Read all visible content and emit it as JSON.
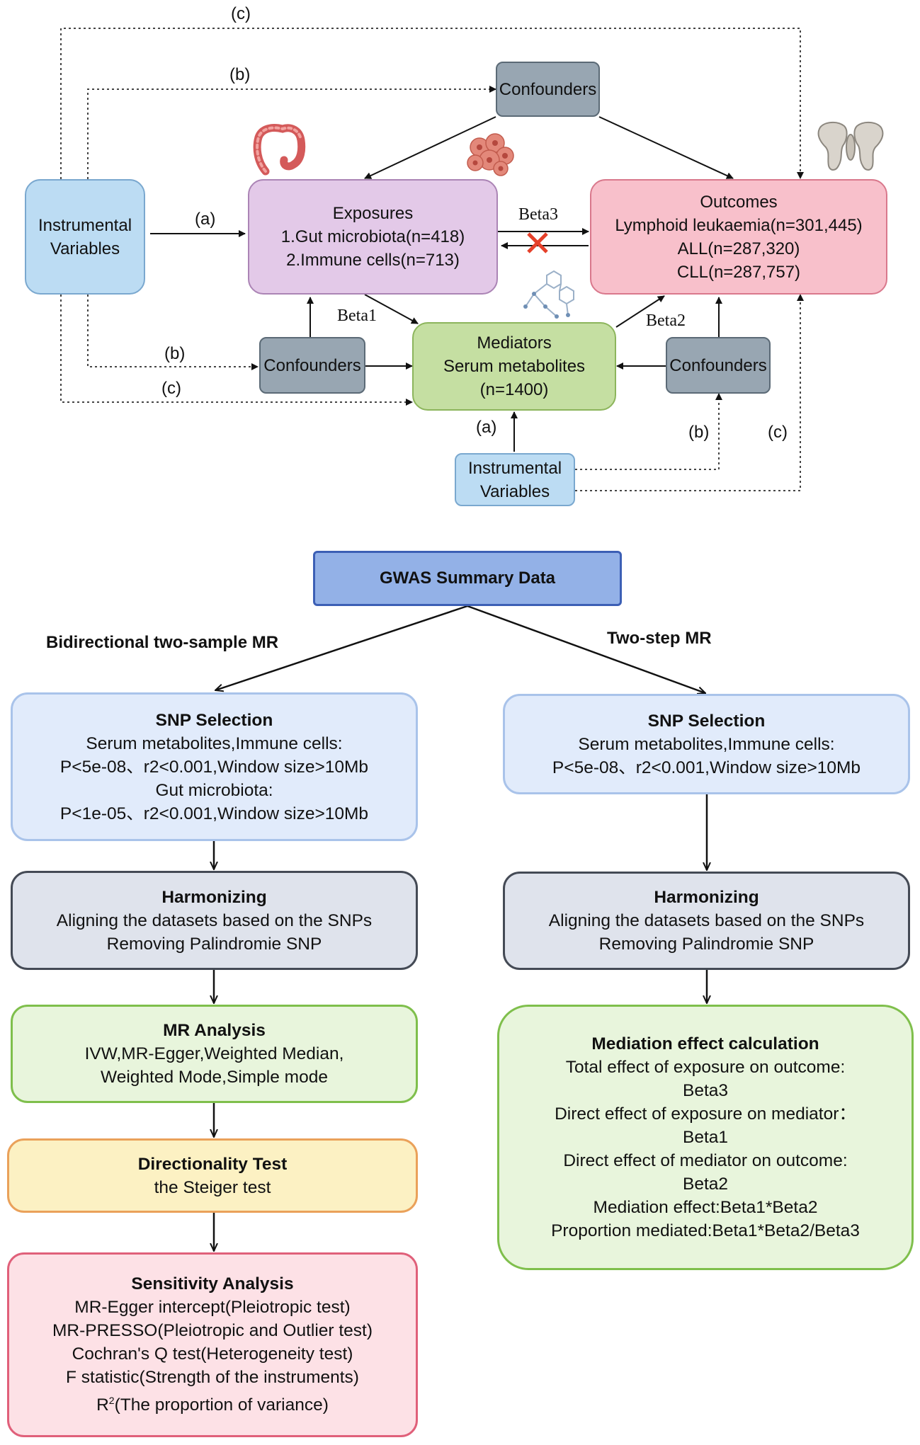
{
  "diagram": {
    "instrumental_left": [
      "Instrumental",
      "Variables"
    ],
    "instrumental_bottom": [
      "Instrumental",
      "Variables"
    ],
    "confounders_top": "Confounders",
    "confounders_left": "Confounders",
    "confounders_right": "Confounders",
    "exposures": [
      "Exposures",
      "1.Gut microbiota(n=418)",
      "2.Immune cells(n=713)"
    ],
    "outcomes": [
      "Outcomes",
      "Lymphoid leukaemia(n=301,445)",
      "ALL(n=287,320)",
      "CLL(n=287,757)"
    ],
    "mediators": [
      "Mediators",
      "Serum metabolites",
      "(n=1400)"
    ],
    "labels": {
      "a": "(a)",
      "b": "(b)",
      "c": "(c)",
      "beta1": "Beta1",
      "beta2": "Beta2",
      "beta3": "Beta3"
    },
    "icons": [
      "colon-icon",
      "cells-icon",
      "molecules-icon",
      "pelvis-bone-icon",
      "cross-mark-icon"
    ]
  },
  "flow": {
    "gwas": "GWAS Summary Data",
    "left_title": "Bidirectional two-sample MR",
    "right_title": "Two-step MR",
    "left_snp": {
      "title": "SNP Selection",
      "lines": [
        "Serum metabolites,Immune cells:",
        "P<5e-08、r2<0.001,Window size>10Mb",
        "Gut microbiota:",
        "P<1e-05、r2<0.001,Window size>10Mb"
      ]
    },
    "right_snp": {
      "title": "SNP Selection",
      "lines": [
        "Serum metabolites,Immune cells:",
        "P<5e-08、r2<0.001,Window size>10Mb"
      ]
    },
    "left_harm": {
      "title": "Harmonizing",
      "lines": [
        "Aligning the datasets based on the SNPs",
        "Removing Palindromie SNP"
      ]
    },
    "right_harm": {
      "title": "Harmonizing",
      "lines": [
        "Aligning the datasets based on the SNPs",
        "Removing Palindromie SNP"
      ]
    },
    "mr": {
      "title": "MR Analysis",
      "lines": [
        "IVW,MR-Egger,Weighted Median,",
        "Weighted Mode,Simple mode"
      ]
    },
    "direction": {
      "title": "Directionality Test",
      "lines": [
        "the Steiger test"
      ]
    },
    "sensitivity": {
      "title": "Sensitivity Analysis",
      "lines": [
        "MR-Egger intercept(Pleiotropic test)",
        "MR-PRESSO(Pleiotropic and Outlier test)",
        "Cochran's Q test(Heterogeneity test)",
        "F statistic(Strength of the instruments)"
      ],
      "r2_sup": "2",
      "r2_rest": "(The proportion of variance)",
      "r2_letter": "R"
    },
    "mediation": {
      "title": "Mediation effect calculation",
      "lines": [
        "Total effect of exposure on outcome:",
        "Beta3",
        "Direct effect of exposure on mediator：",
        "Beta1",
        "Direct effect of mediator on outcome:",
        "Beta2",
        "Mediation effect:Beta1*Beta2",
        "Proportion mediated:Beta1*Beta2/Beta3"
      ]
    }
  }
}
